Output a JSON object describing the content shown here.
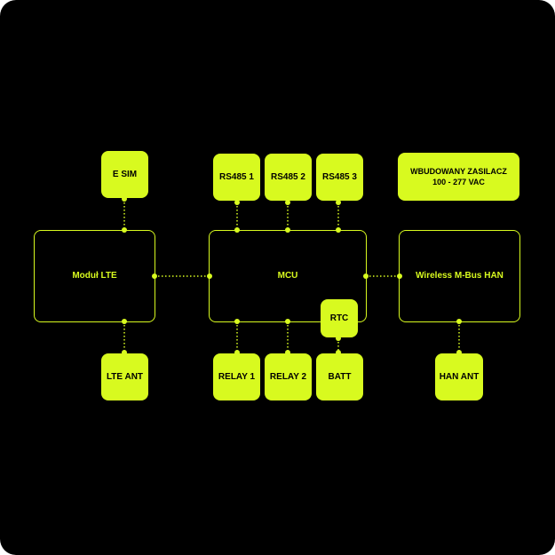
{
  "colors": {
    "background": "#000000",
    "accent": "#d8fa1f",
    "text_dark": "#000000"
  },
  "diagram": {
    "blocks": {
      "esim": "E SIM",
      "modul_lte": "Moduł LTE",
      "lte_ant": "LTE ANT",
      "rs485_1": "RS485 1",
      "rs485_2": "RS485 2",
      "rs485_3": "RS485 3",
      "mcu": "MCU",
      "rtc": "RTC",
      "relay_1": "RELAY 1",
      "relay_2": "RELAY 2",
      "batt": "BATT",
      "zasilacz_line1": "WBUDOWANY ZASILACZ",
      "zasilacz_line2": "100 - 277 VAC",
      "mbus_han": "Wireless M-Bus HAN",
      "han_ant": "HAN ANT"
    }
  }
}
